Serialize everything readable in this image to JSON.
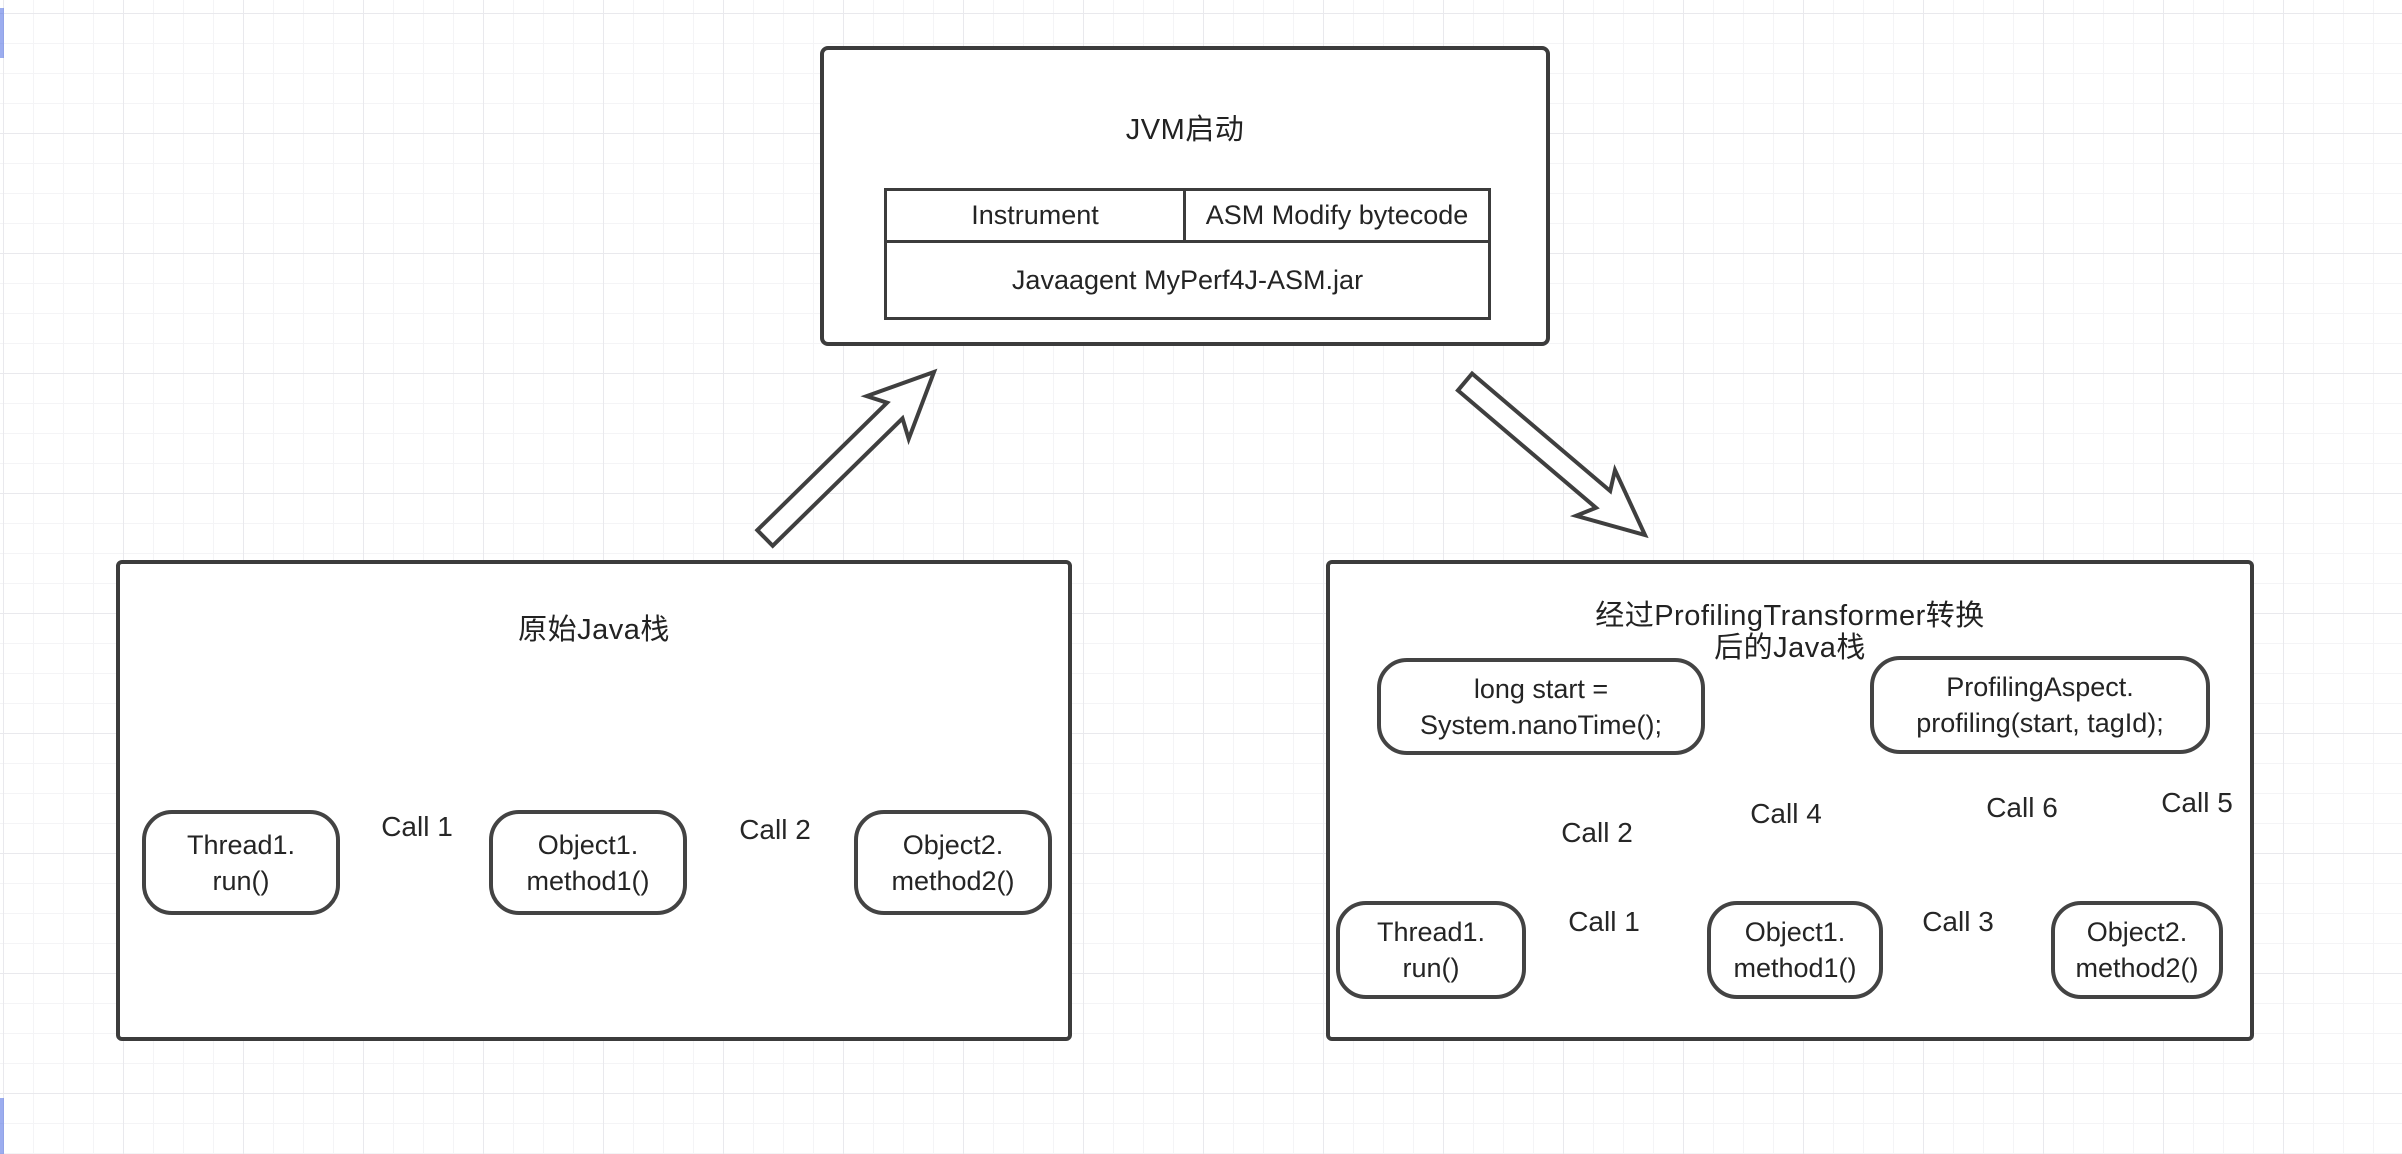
{
  "colors": {
    "shape_stroke": "#3f3f3f",
    "connection_marker": "#9a3b3b",
    "edge_mark_blue": "#4b69e1"
  },
  "jvm_box": {
    "title": "JVM启动",
    "table": {
      "cell_instrument": "Instrument",
      "cell_asm": "ASM Modify bytecode",
      "cell_javaagent": "Javaagent MyPerf4J-ASM.jar"
    }
  },
  "original_stack": {
    "title": "原始Java栈",
    "nodes": {
      "thread1": {
        "line1": "Thread1.",
        "line2": "run()"
      },
      "object1": {
        "line1": "Object1.",
        "line2": "method1()"
      },
      "object2": {
        "line1": "Object2.",
        "line2": "method2()"
      }
    },
    "calls": {
      "call1": "Call 1",
      "call2": "Call 2"
    }
  },
  "transformed_stack": {
    "title_line1": "经过ProfilingTransformer转换",
    "title_line2": "后的Java栈",
    "nodes": {
      "long_start": {
        "line1": "long start =",
        "line2": "System.nanoTime();"
      },
      "profiling_aspect": {
        "line1": "ProfilingAspect.",
        "line2": "profiling(start, tagId);"
      },
      "thread1": {
        "line1": "Thread1.",
        "line2": "run()"
      },
      "object1": {
        "line1": "Object1.",
        "line2": "method1()"
      },
      "object2": {
        "line1": "Object2.",
        "line2": "method2()"
      }
    },
    "calls": {
      "call1": "Call 1",
      "call2": "Call 2",
      "call3": "Call 3",
      "call4": "Call 4",
      "call5": "Call 5",
      "call6": "Call 6"
    }
  }
}
